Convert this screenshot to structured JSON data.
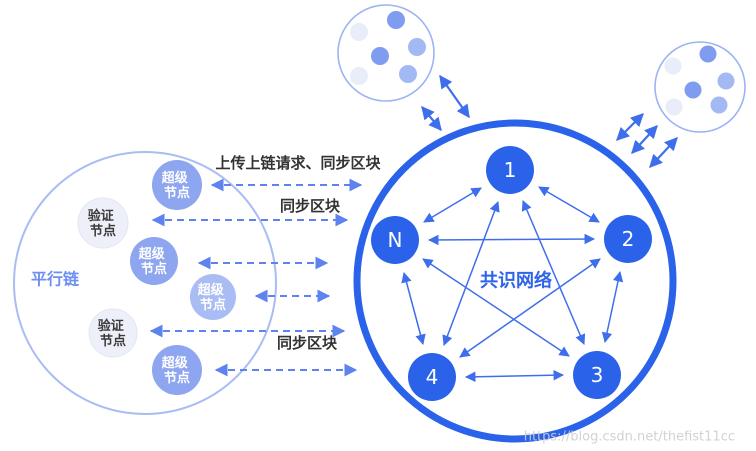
{
  "diagram": {
    "watermark": "https://blog.csdn.net/thefist11cc",
    "colors": {
      "primary_blue": "#2A62EA",
      "edge_blue": "#3E6EEC",
      "dashed_blue": "#5E83EF",
      "super_node_fill": "#8EA5F0",
      "super_node_fill_light": "#A9BDF4",
      "verify_node_fill": "#EEF0F9",
      "parallel_border": "#A9BCF4",
      "satellite_border": "#9DB4F2",
      "dot_medium": "#7E9CF0",
      "dot_light": "#A3B9F4",
      "dot_pale": "#E9EDF9",
      "label_dark": "#333333",
      "parallel_label": "#6E8FF2",
      "consensus_label": "#2E64E9",
      "watermark_gray": "#CFCFCF"
    },
    "parallel_chain": {
      "label": "平行链",
      "nodes": [
        {
          "kind": "super",
          "line1": "超级",
          "line2": "节点"
        },
        {
          "kind": "verify",
          "line1": "验证",
          "line2": "节点"
        },
        {
          "kind": "super",
          "line1": "超级",
          "line2": "节点"
        },
        {
          "kind": "super",
          "line1": "超级",
          "line2": "节点"
        },
        {
          "kind": "verify",
          "line1": "验证",
          "line2": "节点"
        },
        {
          "kind": "super",
          "line1": "超级",
          "line2": "节点"
        }
      ]
    },
    "consensus_network": {
      "label": "共识网络",
      "nodes": [
        {
          "label": "1"
        },
        {
          "label": "2"
        },
        {
          "label": "3"
        },
        {
          "label": "4"
        },
        {
          "label": "N"
        }
      ]
    },
    "arrows": {
      "upload_label": "上传上链请求、同步区块",
      "sync_label_top": "同步区块",
      "sync_label_bottom": "同步区块"
    }
  }
}
